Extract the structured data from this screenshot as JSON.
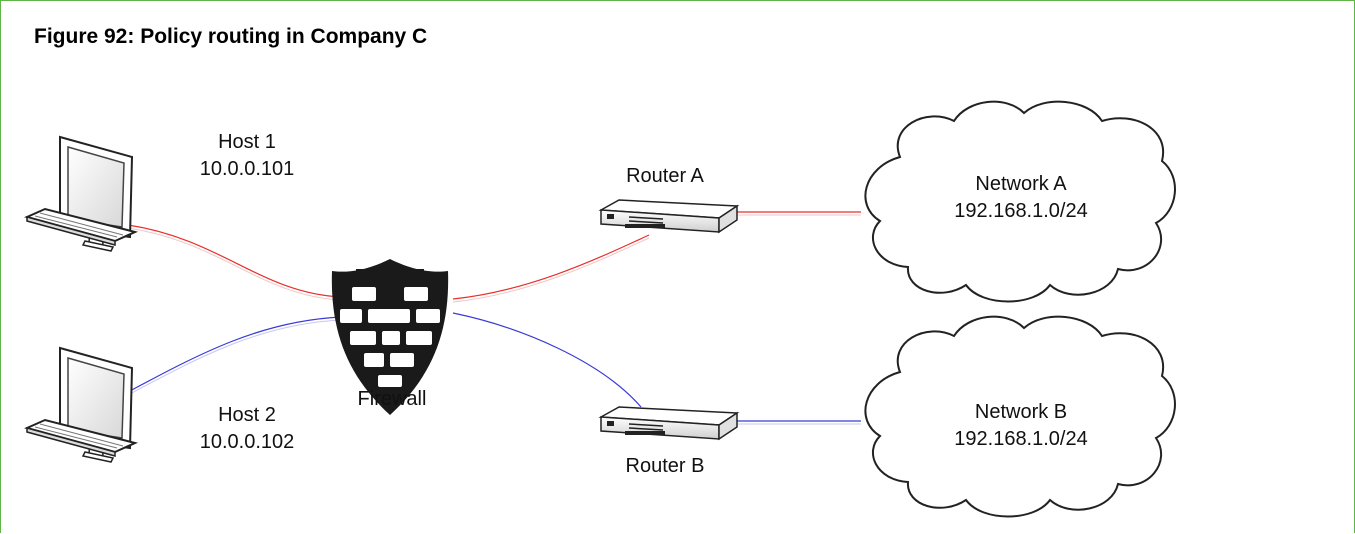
{
  "figure": {
    "title": "Figure 92: Policy routing in Company C"
  },
  "nodes": {
    "host1": {
      "name": "Host 1",
      "ip": "10.0.0.101"
    },
    "host2": {
      "name": "Host 2",
      "ip": "10.0.0.102"
    },
    "firewall": {
      "name": "Firewall"
    },
    "router_a": {
      "name": "Router A"
    },
    "router_b": {
      "name": "Router B"
    },
    "network_a": {
      "name": "Network A",
      "subnet": "192.168.1.0/24"
    },
    "network_b": {
      "name": "Network B",
      "subnet": "192.168.1.0/24"
    }
  },
  "icons": {
    "host": "computer-icon",
    "firewall": "firewall-shield-icon",
    "router": "router-icon",
    "network": "cloud-icon"
  },
  "colors": {
    "frame_border": "#5fb548",
    "path_a": "#e8302c",
    "path_b": "#3a3ad6",
    "firewall": "#1a1a1a"
  }
}
